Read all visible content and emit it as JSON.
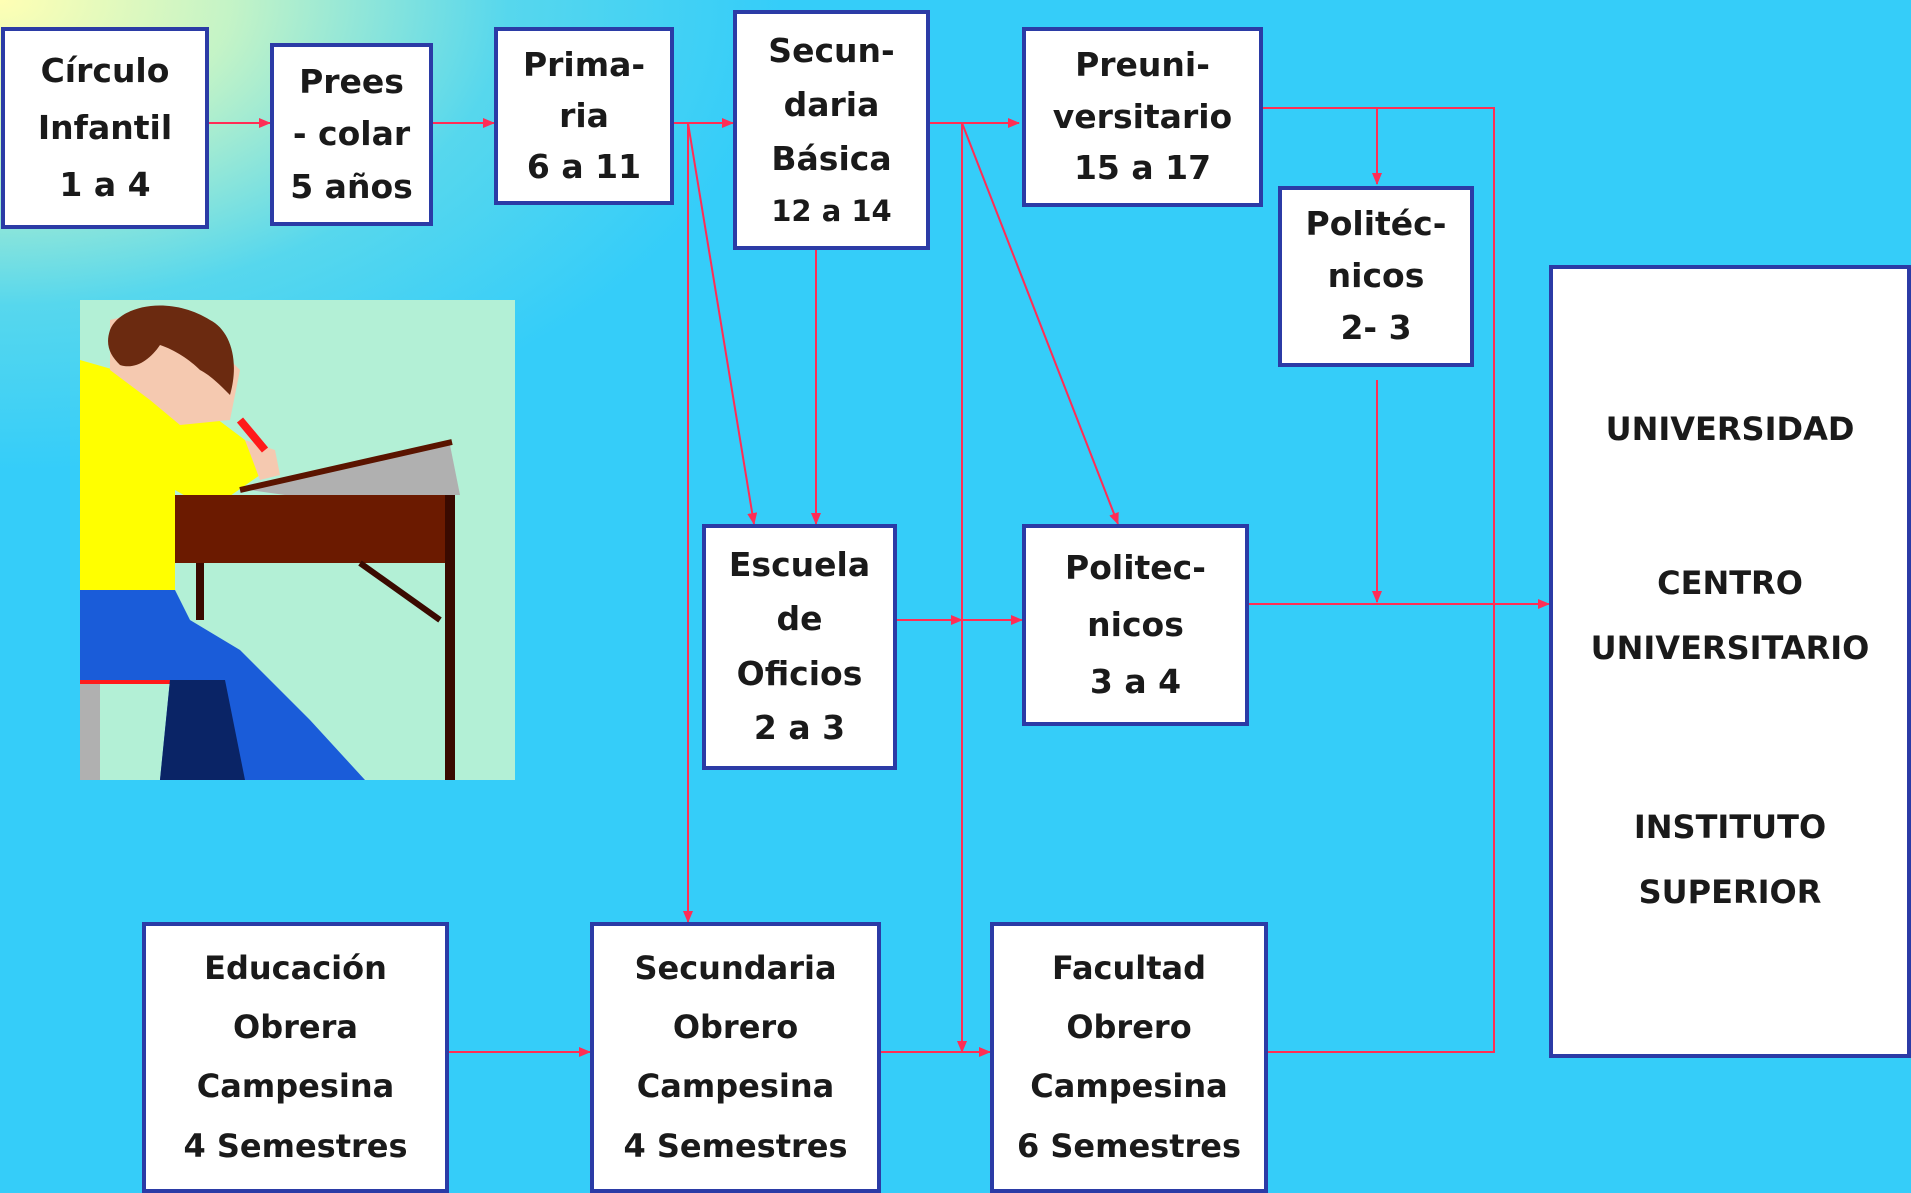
{
  "boxes": {
    "circulo": [
      "Círculo",
      "Infantil",
      "1  a   4"
    ],
    "preescolar": [
      "Prees",
      "- colar",
      "5  años"
    ],
    "primaria": [
      "Prima-",
      "ria",
      "6  a 11"
    ],
    "secundaria_basica": [
      "Secun-",
      "daria",
      "Básica",
      "12  a 14"
    ],
    "preuniversitario": [
      "Preuni-",
      "versitario",
      "15  a 17"
    ],
    "politecnicos_top": [
      "Politéc-",
      "nicos",
      "2- 3"
    ],
    "escuela_oficios": [
      "Escuela",
      "de",
      "Oficios",
      "2  a 3"
    ],
    "politecnicos_mid": [
      "Politec-",
      "nicos",
      "3  a 4"
    ],
    "educacion_obrera": [
      "Educación",
      "Obrera",
      "Campesina",
      "4  Semestres"
    ],
    "secundaria_obrero": [
      "Secundaria",
      "Obrero",
      "Campesina",
      "4  Semestres"
    ],
    "facultad_obrero": [
      "Facultad",
      "Obrero",
      "Campesina",
      "6  Semestres"
    ],
    "higher_ed": [
      "UNIVERSIDAD",
      "CENTRO",
      "UNIVERSITARIO",
      "INSTITUTO",
      "SUPERIOR"
    ]
  },
  "colors": {
    "background": "#35cdf9",
    "box_border": "#2b3ba6",
    "connector": "#ff2d55"
  },
  "icons": {
    "illustration": "student-writing-at-desk"
  }
}
